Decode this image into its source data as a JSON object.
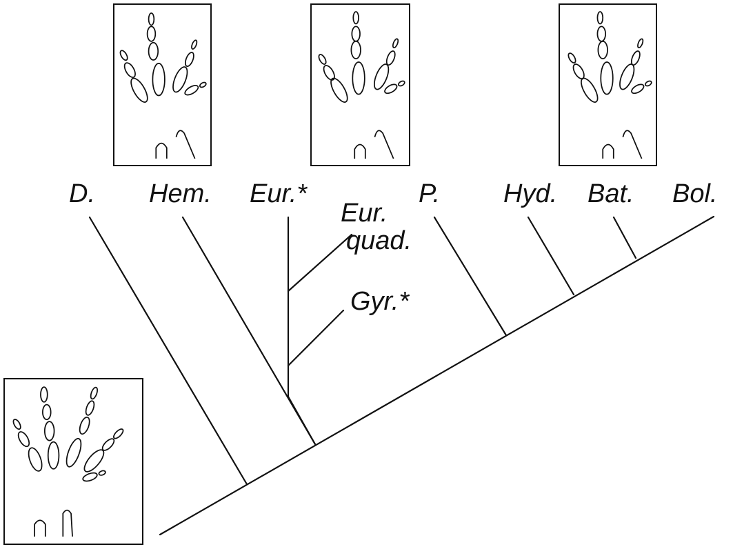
{
  "taxa": {
    "d": "D.",
    "hem": "Hem.",
    "eur_star": "Eur.*",
    "eur_quad_line1": "Eur.",
    "eur_quad_line2": "quad.",
    "gyr_star": "Gyr.*",
    "p": "P.",
    "hyd": "Hyd.",
    "bat": "Bat.",
    "bol": "Bol."
  },
  "insets": [
    {
      "name": "four-toed-foot",
      "toes": 4
    },
    {
      "name": "four-toed-foot",
      "toes": 4
    },
    {
      "name": "four-toed-foot",
      "toes": 4
    },
    {
      "name": "five-toed-foot",
      "toes": 5
    }
  ],
  "colors": {
    "line": "#111111",
    "background": "#ffffff"
  }
}
